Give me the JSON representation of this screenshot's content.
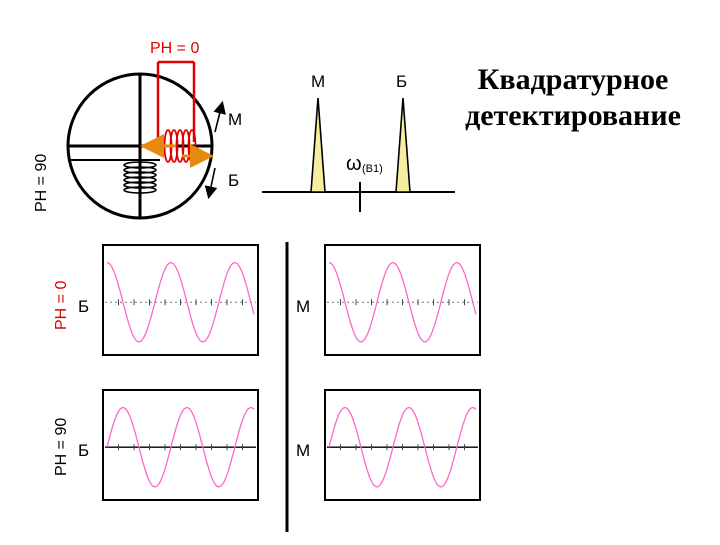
{
  "title_lines": [
    "Квадратурное",
    "детектирование"
  ],
  "labels": {
    "ph0_top": "PH = 0",
    "ph90_side": "PH = 90",
    "m_arrow": "M",
    "b_arrow": "Б",
    "spectrum_m": "M",
    "spectrum_b": "Б",
    "omega": "ω",
    "omega_sub": "(B1)",
    "row_ph0": "PH = 0",
    "row_ph90": "PH = 90",
    "osc_b": "Б",
    "osc_m": "M"
  },
  "colors": {
    "red": "#e00000",
    "orange": "#e88a10",
    "wave": "#ff66cc",
    "peak_fill": "#f5eea0"
  },
  "waves": {
    "ph0": {
      "phase": "cosine",
      "cycles": 2.3
    },
    "ph90": {
      "phase": "sine",
      "cycles": 2.3
    }
  }
}
